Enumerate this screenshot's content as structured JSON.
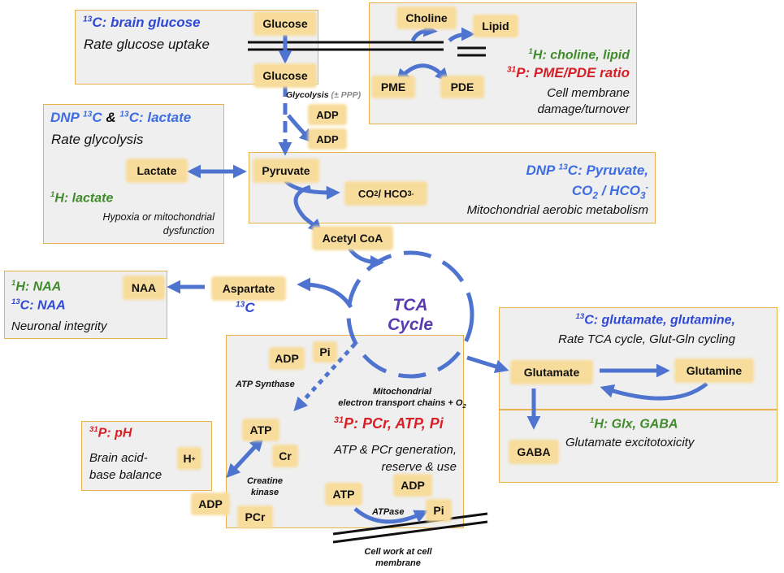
{
  "panels": {
    "glucose_uptake": {
      "method_label": "C: brain glucose",
      "method_iso": "13",
      "description": "Rate glucose uptake"
    },
    "membrane": {
      "h_label": "H: choline, lipid",
      "h_iso": "1",
      "p_label": "P: PME/PDE ratio",
      "p_iso": "31",
      "desc_line1": "Cell membrane",
      "desc_line2": "damage/turnover"
    },
    "glycolysis": {
      "dnp": "DNP ",
      "c1_iso": "13",
      "c1": "C",
      "amp": " & ",
      "c2_iso": "13",
      "c2": "C: lactate",
      "description": "Rate glycolysis",
      "h_iso": "1",
      "h_label": "H: lactate",
      "note_line1": "Hypoxia or mitochondrial",
      "note_line2": "dysfunction"
    },
    "pyruvate": {
      "dnp": "DNP ",
      "c_iso": "13",
      "c_label": "C: Pyruvate,",
      "co2_line": "CO",
      "co2_sub": "2",
      "slash": " / HCO",
      "hco_sub": "3",
      "hco_sup": "-",
      "description": "Mitochondrial aerobic metabolism"
    },
    "naa": {
      "h_iso": "1",
      "h_label": "H: NAA",
      "c_iso": "13",
      "c_label": "C: NAA",
      "description": "Neuronal integrity"
    },
    "glutamate": {
      "c_iso": "13",
      "c_label": "C: glutamate, glutamine,",
      "description": "Rate TCA cycle, Glut-Gln cycling",
      "h_iso": "1",
      "h_label": "H: Glx, GABA",
      "desc2": "Glutamate excitotoxicity"
    },
    "ph": {
      "p_iso": "31",
      "p_label": "P: pH",
      "desc_line1": "Brain acid-",
      "desc_line2": "base balance"
    },
    "energy": {
      "p_iso": "31",
      "p_label": "P: PCr, ATP, Pi",
      "desc_line1": "ATP & PCr generation,",
      "desc_line2": "reserve  & use"
    }
  },
  "nodes": {
    "glucose_top": "Glucose",
    "glucose_bottom": "Glucose",
    "choline": "Choline",
    "lipid": "Lipid",
    "pme": "PME",
    "pde": "PDE",
    "adp_glyc1": "ADP",
    "adp_glyc2": "ADP",
    "lactate": "Lactate",
    "pyruvate": "Pyruvate",
    "co2": "CO",
    "co2_sub": "2",
    "hco3": " / HCO",
    "hco3_sub": "3",
    "hco3_sup": "-",
    "acetyl_coa": "Acetyl CoA",
    "naa": "NAA",
    "aspartate": "Aspartate",
    "aspartate_iso": "13",
    "aspartate_c": "C",
    "glutamate": "Glutamate",
    "glutamine": "Glutamine",
    "gaba": "GABA",
    "adp_synth": "ADP",
    "pi_synth": "Pi",
    "atp_main": "ATP",
    "cr": "Cr",
    "h_plus": "H",
    "h_plus_sup": "+",
    "adp_left": "ADP",
    "pcr": "PCr",
    "atp_bottom": "ATP",
    "adp_bottom": "ADP",
    "pi_bottom": "Pi"
  },
  "labels": {
    "glycolysis": "Glycolysis",
    "ppp": " (± PPP)",
    "tca_line1": "TCA",
    "tca_line2": "Cycle",
    "atp_synthase": "ATP Synthase",
    "etc_line1": "Mitochondrial",
    "etc_line2": "electron transport chains + O",
    "etc_sub": "2",
    "creatine_line1": "Creatine",
    "creatine_line2": "kinase",
    "atpase": "ATPase",
    "cell_work_line1": "Cell work at cell",
    "cell_work_line2": "membrane"
  },
  "colors": {
    "arrow": "#4f74cf",
    "box_border": "#e8b24a",
    "box_fill": "#efefef",
    "node_fill": "#f8dc9c",
    "blue": "#2f49d6",
    "green": "#3f8a2a",
    "red": "#d81f26",
    "tca": "#5a3bb0"
  }
}
